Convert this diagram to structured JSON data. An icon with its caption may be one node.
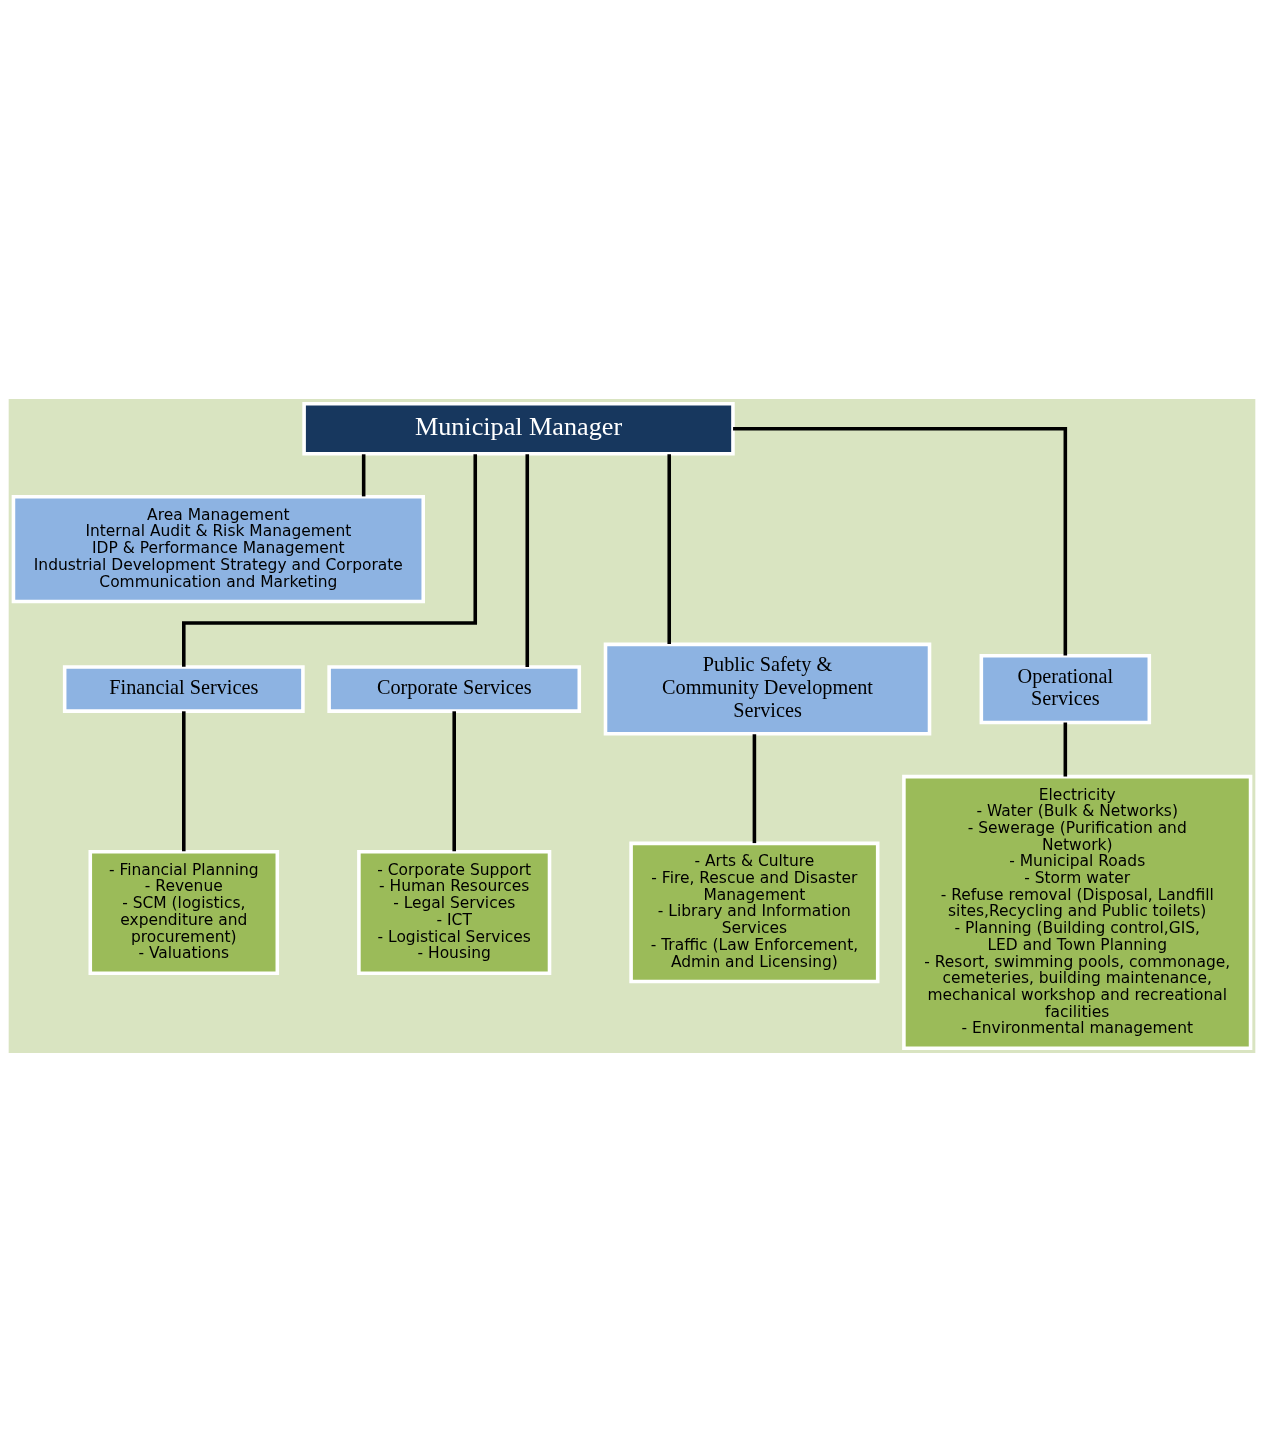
{
  "diagram": {
    "nodes": [
      {
        "text": [
          "Municipal Manager"
        ]
      },
      {
        "text": [
          "Area Management",
          "Internal Audit & Risk Management",
          "IDP & Performance Management",
          "Industrial Development Strategy and Corporate Communication and Marketing"
        ]
      },
      {
        "text": [
          "Financial Services"
        ]
      },
      {
        "text": [
          "Corporate Services"
        ]
      },
      {
        "text": [
          "Public Safety & Community Development Services"
        ]
      },
      {
        "text": [
          "Operational Services"
        ]
      },
      {
        "text": [
          "- Financial Planning",
          "- Revenue",
          "- SCM (logistics, expenditure and procurement)",
          "- Valuations"
        ]
      },
      {
        "text": [
          "- Corporate Support",
          "- Human Resources",
          "- Legal Services",
          "- ICT",
          "- Logistical Services",
          "- Housing"
        ]
      },
      {
        "text": [
          "- Arts & Culture",
          "- Fire, Rescue and Disaster Management",
          "- Library and Information Services",
          "- Traffic (Law Enforcement, Admin and Licensing)"
        ]
      },
      {
        "text": [
          "Electricity",
          "- Water (Bulk & Networks)",
          "- Sewerage (Purification and Network)",
          "- Municipal Roads",
          "- Storm water",
          "- Refuse removal (Disposal, Landfill sites,Recycling and Public toilets)",
          "- Planning (Building control,GIS, LED and Town Planning",
          "- Resort, swimming pools, commonage, cemeteries, building maintenance, mechanical workshop and recreational facilities",
          "- Environmental management"
        ]
      }
    ],
    "edges": [
      {
        "from": 0,
        "to": 1,
        "arrow": "none"
      },
      {
        "from": 0,
        "to": 2,
        "arrow": "none"
      },
      {
        "from": 0,
        "to": 3,
        "arrow": "none"
      },
      {
        "from": 0,
        "to": 4,
        "arrow": "none"
      },
      {
        "from": 0,
        "to": 5,
        "arrow": "none"
      },
      {
        "from": 2,
        "to": 6,
        "arrow": "none"
      },
      {
        "from": 3,
        "to": 7,
        "arrow": "none"
      },
      {
        "from": 4,
        "to": 8,
        "arrow": "none"
      },
      {
        "from": 5,
        "to": 9,
        "arrow": "none"
      }
    ]
  }
}
